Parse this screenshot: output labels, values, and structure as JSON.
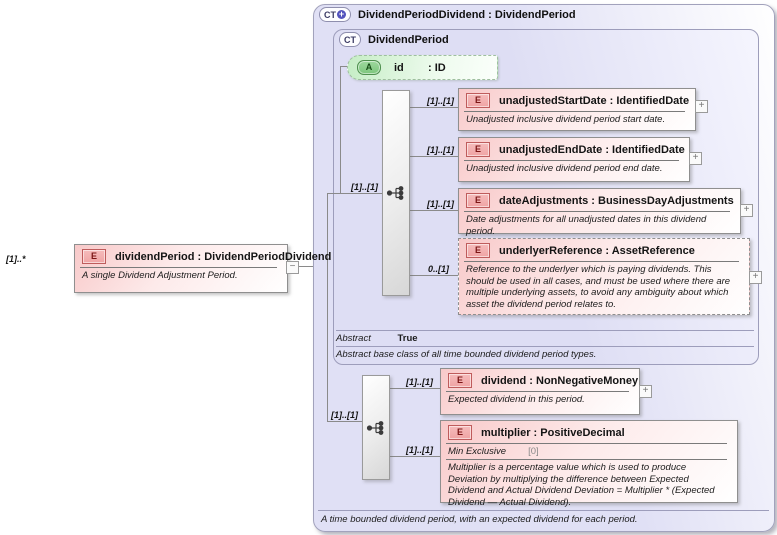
{
  "left_element": {
    "cardinality": "[1]..*",
    "badge": "E",
    "label": "dividendPeriod : DividendPeriodDividend",
    "annotation": "A single Dividend Adjustment Period.",
    "collapse_glyph": "−"
  },
  "container": {
    "badge": "CT",
    "plus_glyph": "+",
    "title": "DividendPeriodDividend : DividendPeriod",
    "footer_annotation": "A time bounded dividend period, with an expected dividend for each period."
  },
  "base_type": {
    "badge": "CT",
    "title": "DividendPeriod",
    "attribute": {
      "badge": "A",
      "name": "id",
      "type": ": ID"
    },
    "abstract_label": "Abstract",
    "abstract_value": "True",
    "annotation": "Abstract base class of all time bounded dividend period types."
  },
  "groups": [
    {
      "kind": "sequence",
      "cardinality": "[1]..[1]"
    },
    {
      "kind": "sequence",
      "cardinality": "[1]..[1]"
    }
  ],
  "elements": [
    {
      "badge": "E",
      "label": "unadjustedStartDate : IdentifiedDate",
      "cardinality": "[1]..[1]",
      "annotation": "Unadjusted inclusive dividend period start date.",
      "expand_glyph": "+"
    },
    {
      "badge": "E",
      "label": "unadjustedEndDate : IdentifiedDate",
      "cardinality": "[1]..[1]",
      "annotation": "Unadjusted inclusive dividend period end date.",
      "expand_glyph": "+"
    },
    {
      "badge": "E",
      "label": "dateAdjustments : BusinessDayAdjustments",
      "cardinality": "[1]..[1]",
      "annotation": "Date adjustments for all unadjusted dates in this dividend period.",
      "expand_glyph": "+"
    },
    {
      "badge": "E",
      "label": "underlyerReference : AssetReference",
      "cardinality": "0..[1]",
      "annotation": "Reference to the underlyer which is paying dividends. This should be used in all cases, and must be used where there are multiple underlying assets, to avoid any ambiguity about which asset the dividend period relates to.",
      "expand_glyph": "+"
    },
    {
      "badge": "E",
      "label": "dividend : NonNegativeMoney",
      "cardinality": "[1]..[1]",
      "annotation": "Expected dividend in this period.",
      "expand_glyph": "+"
    },
    {
      "badge": "E",
      "label": "multiplier : PositiveDecimal",
      "cardinality": "[1]..[1]",
      "facet_label": "Min Exclusive",
      "facet_value": "[0]",
      "annotation": "Multiplier is a percentage value which is used to produce Deviation by multiplying the difference between Expected Dividend and Actual Dividend Deviation = Multiplier * (Expected Dividend — Actual Dividend)."
    }
  ],
  "colors": {
    "container_fill": "#e0e0f5",
    "element_fill": "#f8c9c9",
    "attribute_fill": "#c5edc5",
    "border_grey": "#8f8f8f",
    "border_blue": "#9d9dbb"
  }
}
